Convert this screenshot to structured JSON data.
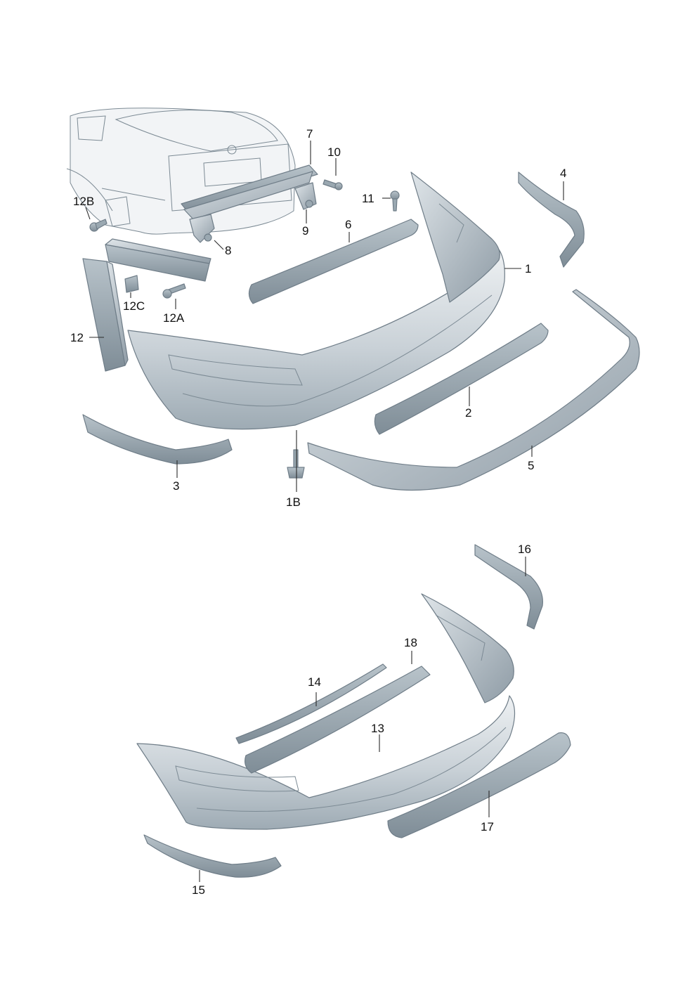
{
  "diagram": {
    "labels": {
      "l1": "1",
      "l1b": "1B",
      "l2": "2",
      "l3": "3",
      "l4": "4",
      "l5": "5",
      "l6": "6",
      "l7": "7",
      "l8": "8",
      "l9": "9",
      "l10": "10",
      "l11": "11",
      "l12": "12",
      "l12a": "12A",
      "l12b": "12B",
      "l12c": "12C",
      "l13": "13",
      "l14": "14",
      "l15": "15",
      "l16": "16",
      "l17": "17",
      "l18": "18"
    }
  },
  "colors": {
    "part_light": "#eef1f3",
    "part_mid": "#c9d1d7",
    "part_dark": "#8d9aa4",
    "line": "#6f7d88",
    "label": "#111111"
  }
}
